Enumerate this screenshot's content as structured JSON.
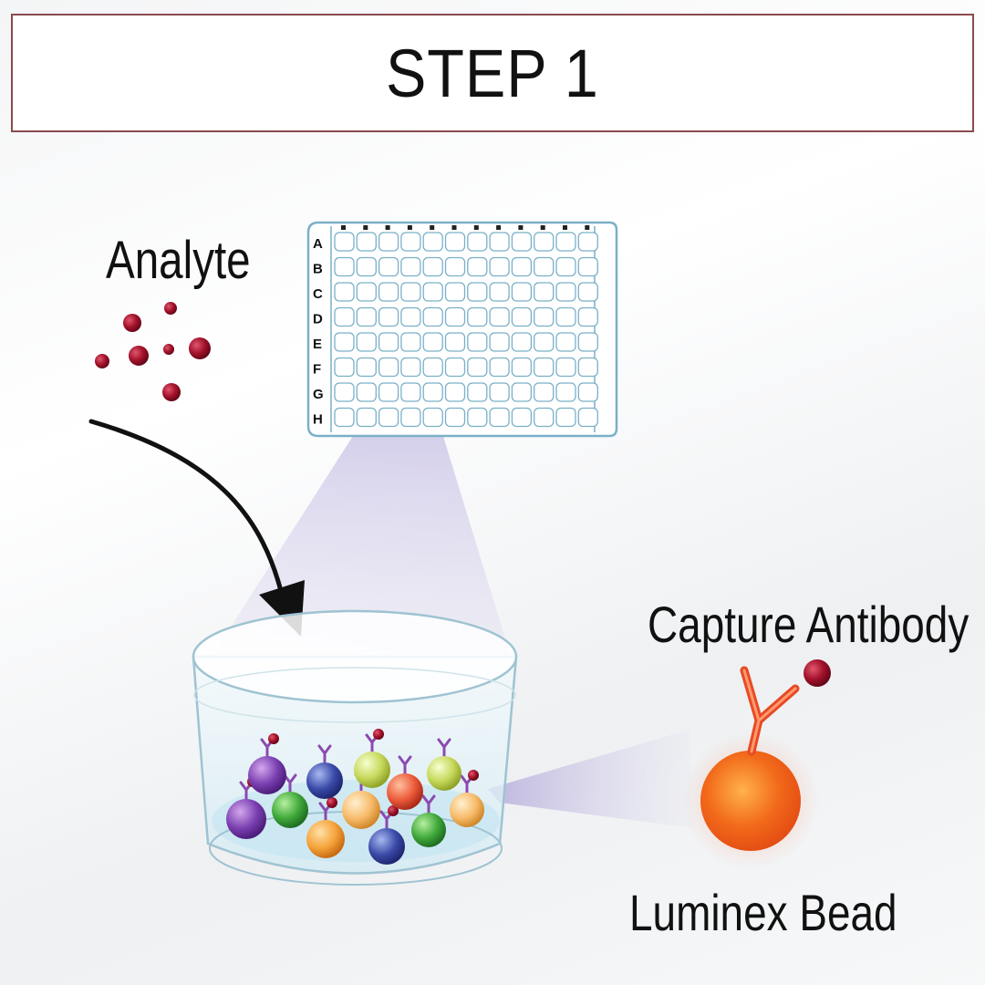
{
  "title": "STEP 1",
  "labels": {
    "analyte": "Analyte",
    "capture_antibody": "Capture Antibody",
    "luminex_bead": "Luminex Bead"
  },
  "plate": {
    "rows": [
      "A",
      "B",
      "C",
      "D",
      "E",
      "F",
      "G",
      "H"
    ],
    "columns": 12
  },
  "colors": {
    "title_border": "#8a4a50",
    "analyte": "#a3122b",
    "plate_line": "#7ab0c8",
    "beam": "#a79ad0",
    "bead": "#f26a1b",
    "antibody": "#e84a24"
  }
}
